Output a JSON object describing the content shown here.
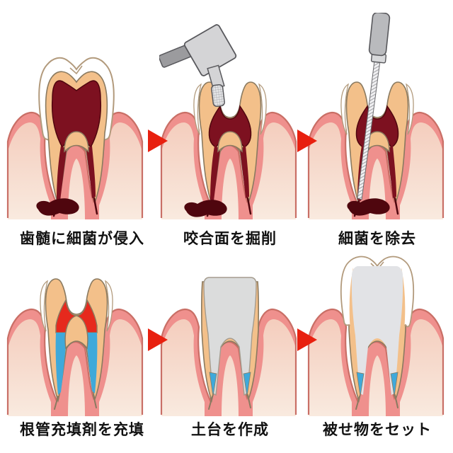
{
  "title": "root-canal-treatment-steps",
  "steps": [
    {
      "index": 1,
      "caption": "歯髄に細菌が侵入",
      "meaning": "bacteria-invades-pulp",
      "tool": null
    },
    {
      "index": 2,
      "caption": "咬合面を掘削",
      "meaning": "drill-occlusal-surface",
      "tool": "dental-drill"
    },
    {
      "index": 3,
      "caption": "細菌を除去",
      "meaning": "remove-bacteria",
      "tool": "root-canal-file"
    },
    {
      "index": 4,
      "caption": "根管充填剤を充填",
      "meaning": "fill-root-canal-filler",
      "tool": null
    },
    {
      "index": 5,
      "caption": "土台を作成",
      "meaning": "build-core",
      "tool": null
    },
    {
      "index": 6,
      "caption": "被せ物をセット",
      "meaning": "set-crown",
      "tool": null
    }
  ],
  "arrow": {
    "icon": "arrow-right-icon",
    "glyph": "▶"
  },
  "palette": {
    "gum_pink": "#ef908d",
    "gum_stroke": "#c96f66",
    "gum_inner_top": "#f4ccbc",
    "jaw_base": "#f9eadf",
    "dentin": "#f3c08a",
    "dentin_stroke": "#8a7a60",
    "enamel": "#ffffff",
    "enamel_stroke": "#b29a7c",
    "pulp": "#7d1120",
    "pulp_dark": "#4f060e",
    "filler_red": "#e6291d",
    "filler_blue": "#3fa9da",
    "core_gray": "#dbdcdc",
    "crown_inner_gray": "#e2e3e6",
    "tool_light": "#d4d4d6",
    "tool_mid": "#b9babd",
    "tool_dark": "#9b9b9e",
    "tool_stroke": "#58585c",
    "arrow_red": "#e8200f",
    "text": "#111111"
  }
}
